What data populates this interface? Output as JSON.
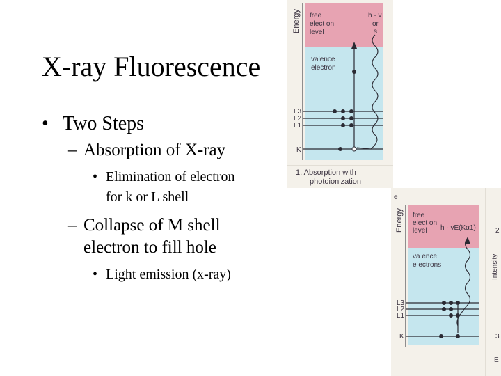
{
  "slide": {
    "title": "X-ray Fluorescence",
    "bullets": [
      {
        "text": "Two Steps"
      },
      {
        "text": "Absorption of X-ray"
      },
      {
        "text": "Elimination of electron for k or L shell"
      },
      {
        "text": "Collapse of M shell electron to fill hole"
      },
      {
        "text": "Light emission (x-ray)"
      }
    ],
    "markers": {
      "l1": "•",
      "l2": "–",
      "l3": "•"
    }
  },
  "figure1": {
    "energy_label": "Energy",
    "free_label": [
      "free",
      "elect on",
      "level"
    ],
    "hv_label": [
      "h · v",
      "or",
      "s"
    ],
    "valence_label": [
      "valence",
      "electron"
    ],
    "shells": [
      "L3",
      "L2",
      "L1",
      "K"
    ],
    "caption": [
      "1.  Absorption with",
      "photoionization"
    ],
    "colors": {
      "free": "#e7a3b2",
      "valence": "#c5e6ee",
      "lines": "#2a2a33"
    }
  },
  "figure2": {
    "corner_label": "e",
    "energy_label": "Energy",
    "free_label": [
      "free",
      "elect on",
      "level"
    ],
    "hv_label": "h · vE(Kα1)",
    "valence_label": [
      "va ence",
      "e ectrons"
    ],
    "shells": [
      "L3",
      "L2",
      "L1",
      "K"
    ],
    "intensity_label": "Intensity",
    "right_marks": [
      "2",
      "3",
      "E"
    ],
    "colors": {
      "free": "#e7a3b2",
      "valence": "#c5e6ee",
      "lines": "#2a2a33"
    }
  }
}
